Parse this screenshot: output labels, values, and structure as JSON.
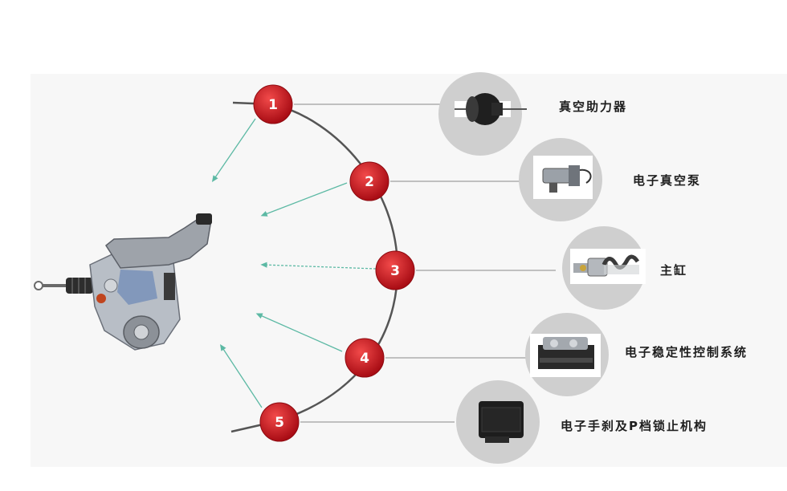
{
  "diagram": {
    "nodes": [
      {
        "number": "1",
        "label": "真空助力器",
        "icon": "vacuum-booster-icon"
      },
      {
        "number": "2",
        "label": "电子真空泵",
        "icon": "electric-vacuum-pump-icon"
      },
      {
        "number": "3",
        "label": "主缸",
        "icon": "master-cylinder-icon"
      },
      {
        "number": "4",
        "label": "电子稳定性控制系统",
        "icon": "esc-module-icon"
      },
      {
        "number": "5",
        "label": "电子手刹及P档锁止机构",
        "icon": "epb-controller-icon"
      }
    ],
    "center_component_icon": "integrated-brake-unit-icon",
    "colors": {
      "node_red": "#c8141e",
      "arc_gray": "#555555",
      "arrow_teal": "#5cb9a4",
      "thumb_bg": "#cfcfcf"
    }
  }
}
